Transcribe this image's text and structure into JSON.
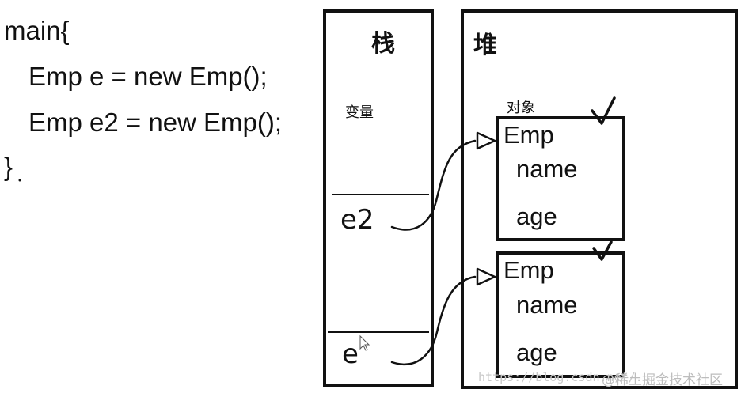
{
  "code": {
    "line1": "main{",
    "line2": "Emp e = new Emp();",
    "line3": "Emp e2 = new Emp();",
    "line4": "}"
  },
  "stack": {
    "title": "栈",
    "var_label": "变量",
    "slot_e2": "e2",
    "slot_e": "e"
  },
  "heap": {
    "title": "堆",
    "obj_label": "对象",
    "objects": [
      {
        "class": "Emp",
        "field1": "name",
        "field2": "age"
      },
      {
        "class": "Emp",
        "field1": "name",
        "field2": "age"
      }
    ]
  },
  "watermark": {
    "url": "https://blog.csdn.net/...",
    "brand": "@稀土掘金技术社区"
  }
}
